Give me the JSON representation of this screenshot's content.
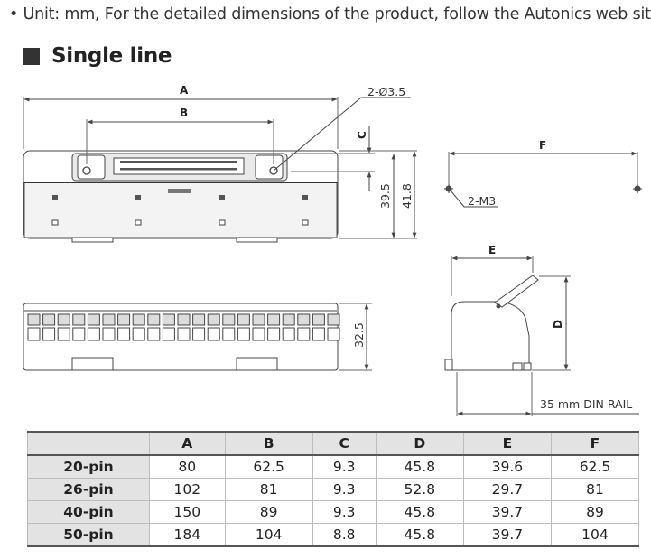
{
  "note": "• Unit: mm, For the detailed dimensions of the product, follow the Autonics web site.",
  "section_title": "Single line",
  "drawing": {
    "dim_A": "A",
    "dim_B": "B",
    "dim_C": "C",
    "dim_D": "D",
    "dim_E": "E",
    "dim_F": "F",
    "hole_label": "2-Ø3.5",
    "screw_label": "2-M3",
    "height_1": "39.5",
    "height_2": "41.8",
    "height_3": "32.5",
    "rail_label": "35 mm DIN RAIL"
  },
  "table": {
    "columns": [
      "A",
      "B",
      "C",
      "D",
      "E",
      "F"
    ],
    "rows": [
      {
        "label": "20-pin",
        "values": [
          "80",
          "62.5",
          "9.3",
          "45.8",
          "39.6",
          "62.5"
        ]
      },
      {
        "label": "26-pin",
        "values": [
          "102",
          "81",
          "9.3",
          "52.8",
          "29.7",
          "81"
        ]
      },
      {
        "label": "40-pin",
        "values": [
          "150",
          "89",
          "9.3",
          "45.8",
          "39.7",
          "89"
        ]
      },
      {
        "label": "50-pin",
        "values": [
          "184",
          "104",
          "8.8",
          "45.8",
          "39.7",
          "104"
        ]
      }
    ]
  }
}
